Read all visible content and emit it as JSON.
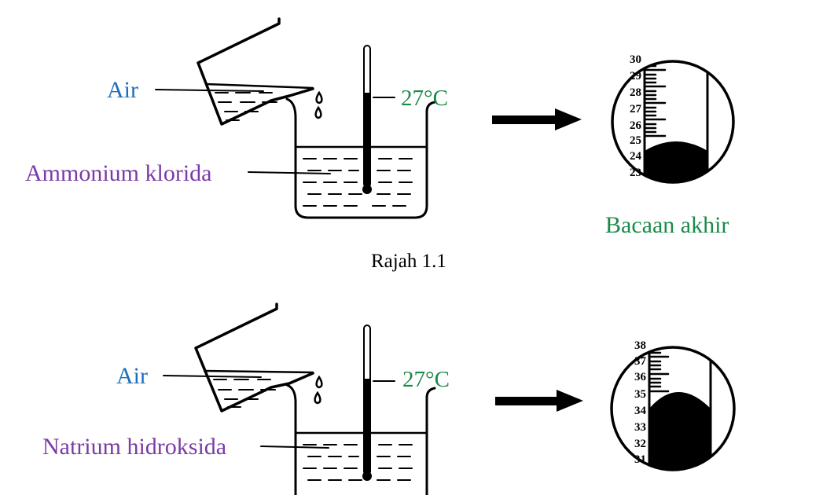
{
  "colors": {
    "blue_label": "#1b6fbd",
    "green_label": "#1a8a4a",
    "purple_label": "#7b3aa6",
    "ink": "#000000"
  },
  "figure1": {
    "water_label": "Air",
    "solute_label": "Ammonium klorida",
    "temperature_label": "27°C",
    "scale_ticks": [
      "30",
      "29",
      "28",
      "27",
      "26",
      "25",
      "24",
      "23"
    ],
    "final_reading_label": "Bacaan akhir",
    "caption": "Rajah 1.1"
  },
  "figure2": {
    "water_label": "Air",
    "solute_label": "Natrium hidroksida",
    "temperature_label": "27°C",
    "scale_ticks": [
      "38",
      "37",
      "36",
      "35",
      "34",
      "33",
      "32",
      "31"
    ]
  }
}
